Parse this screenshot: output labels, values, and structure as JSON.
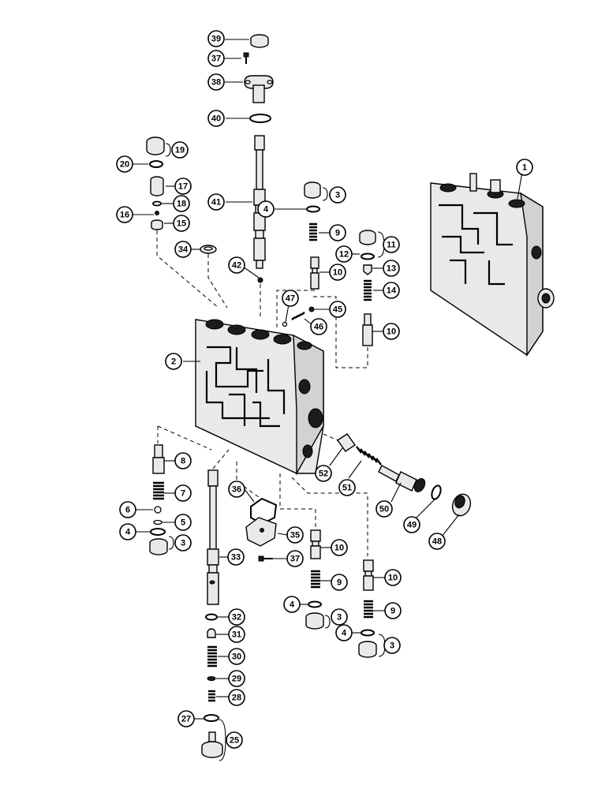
{
  "diagram": {
    "callouts": [
      {
        "id": "c39",
        "label": "39"
      },
      {
        "id": "c37a",
        "label": "37"
      },
      {
        "id": "c38",
        "label": "38"
      },
      {
        "id": "c40",
        "label": "40"
      },
      {
        "id": "c19",
        "label": "19"
      },
      {
        "id": "c20",
        "label": "20"
      },
      {
        "id": "c17",
        "label": "17"
      },
      {
        "id": "c18",
        "label": "18"
      },
      {
        "id": "c16",
        "label": "16"
      },
      {
        "id": "c15",
        "label": "15"
      },
      {
        "id": "c41",
        "label": "41"
      },
      {
        "id": "c3a",
        "label": "3"
      },
      {
        "id": "c4a",
        "label": "4"
      },
      {
        "id": "c9a",
        "label": "9"
      },
      {
        "id": "c11",
        "label": "11"
      },
      {
        "id": "c12",
        "label": "12"
      },
      {
        "id": "c13",
        "label": "13"
      },
      {
        "id": "c10a",
        "label": "10"
      },
      {
        "id": "c14",
        "label": "14"
      },
      {
        "id": "c34",
        "label": "34"
      },
      {
        "id": "c42",
        "label": "42"
      },
      {
        "id": "c47",
        "label": "47"
      },
      {
        "id": "c45",
        "label": "45"
      },
      {
        "id": "c46",
        "label": "46"
      },
      {
        "id": "c10b",
        "label": "10"
      },
      {
        "id": "c1",
        "label": "1"
      },
      {
        "id": "c2",
        "label": "2"
      },
      {
        "id": "c8",
        "label": "8"
      },
      {
        "id": "c7",
        "label": "7"
      },
      {
        "id": "c6",
        "label": "6"
      },
      {
        "id": "c5",
        "label": "5"
      },
      {
        "id": "c4b",
        "label": "4"
      },
      {
        "id": "c3b",
        "label": "3"
      },
      {
        "id": "c52",
        "label": "52"
      },
      {
        "id": "c51",
        "label": "51"
      },
      {
        "id": "c50",
        "label": "50"
      },
      {
        "id": "c49",
        "label": "49"
      },
      {
        "id": "c48",
        "label": "48"
      },
      {
        "id": "c36",
        "label": "36"
      },
      {
        "id": "c35",
        "label": "35"
      },
      {
        "id": "c37b",
        "label": "37"
      },
      {
        "id": "c33",
        "label": "33"
      },
      {
        "id": "c10c",
        "label": "10"
      },
      {
        "id": "c9b",
        "label": "9"
      },
      {
        "id": "c4c",
        "label": "4"
      },
      {
        "id": "c3c",
        "label": "3"
      },
      {
        "id": "c10d",
        "label": "10"
      },
      {
        "id": "c9c",
        "label": "9"
      },
      {
        "id": "c4d",
        "label": "4"
      },
      {
        "id": "c3d",
        "label": "3"
      },
      {
        "id": "c32",
        "label": "32"
      },
      {
        "id": "c31",
        "label": "31"
      },
      {
        "id": "c30",
        "label": "30"
      },
      {
        "id": "c29",
        "label": "29"
      },
      {
        "id": "c28",
        "label": "28"
      },
      {
        "id": "c27",
        "label": "27"
      },
      {
        "id": "c25",
        "label": "25"
      }
    ]
  }
}
